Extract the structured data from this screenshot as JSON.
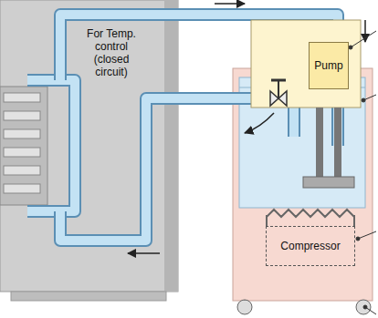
{
  "diagram": {
    "nodes": [
      {
        "text": [
          "Pump"
        ]
      },
      {
        "text": [
          "Compressor"
        ]
      }
    ],
    "labels": [
      "For Temp. control (closed circuit)"
    ]
  }
}
